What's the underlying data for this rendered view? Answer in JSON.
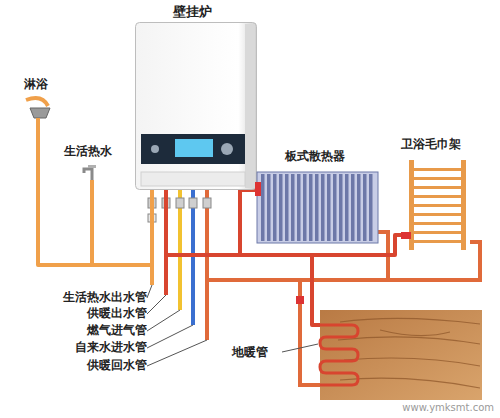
{
  "diagram": {
    "nodes": [
      {
        "text": [
          "壁挂炉"
        ]
      },
      {
        "text": [
          "淋浴"
        ]
      },
      {
        "text": [
          "生活热水"
        ]
      },
      {
        "text": [
          "板式散热器"
        ]
      },
      {
        "text": [
          "卫浴毛巾架"
        ]
      },
      {
        "text": [
          "地暖管"
        ]
      }
    ],
    "edges": [
      {
        "from": 0,
        "to": 1,
        "arrow": "none"
      },
      {
        "from": 0,
        "to": 2,
        "arrow": "none"
      },
      {
        "from": 0,
        "to": 3,
        "arrow": "none"
      },
      {
        "from": 0,
        "to": 4,
        "arrow": "none"
      },
      {
        "from": 0,
        "to": 5,
        "arrow": "none"
      }
    ],
    "labels": [
      "生活热水出水管",
      "供暖出水管",
      "燃气进气管",
      "自来水进水管",
      "供暖回水管",
      "www.ymksmt.com"
    ]
  }
}
